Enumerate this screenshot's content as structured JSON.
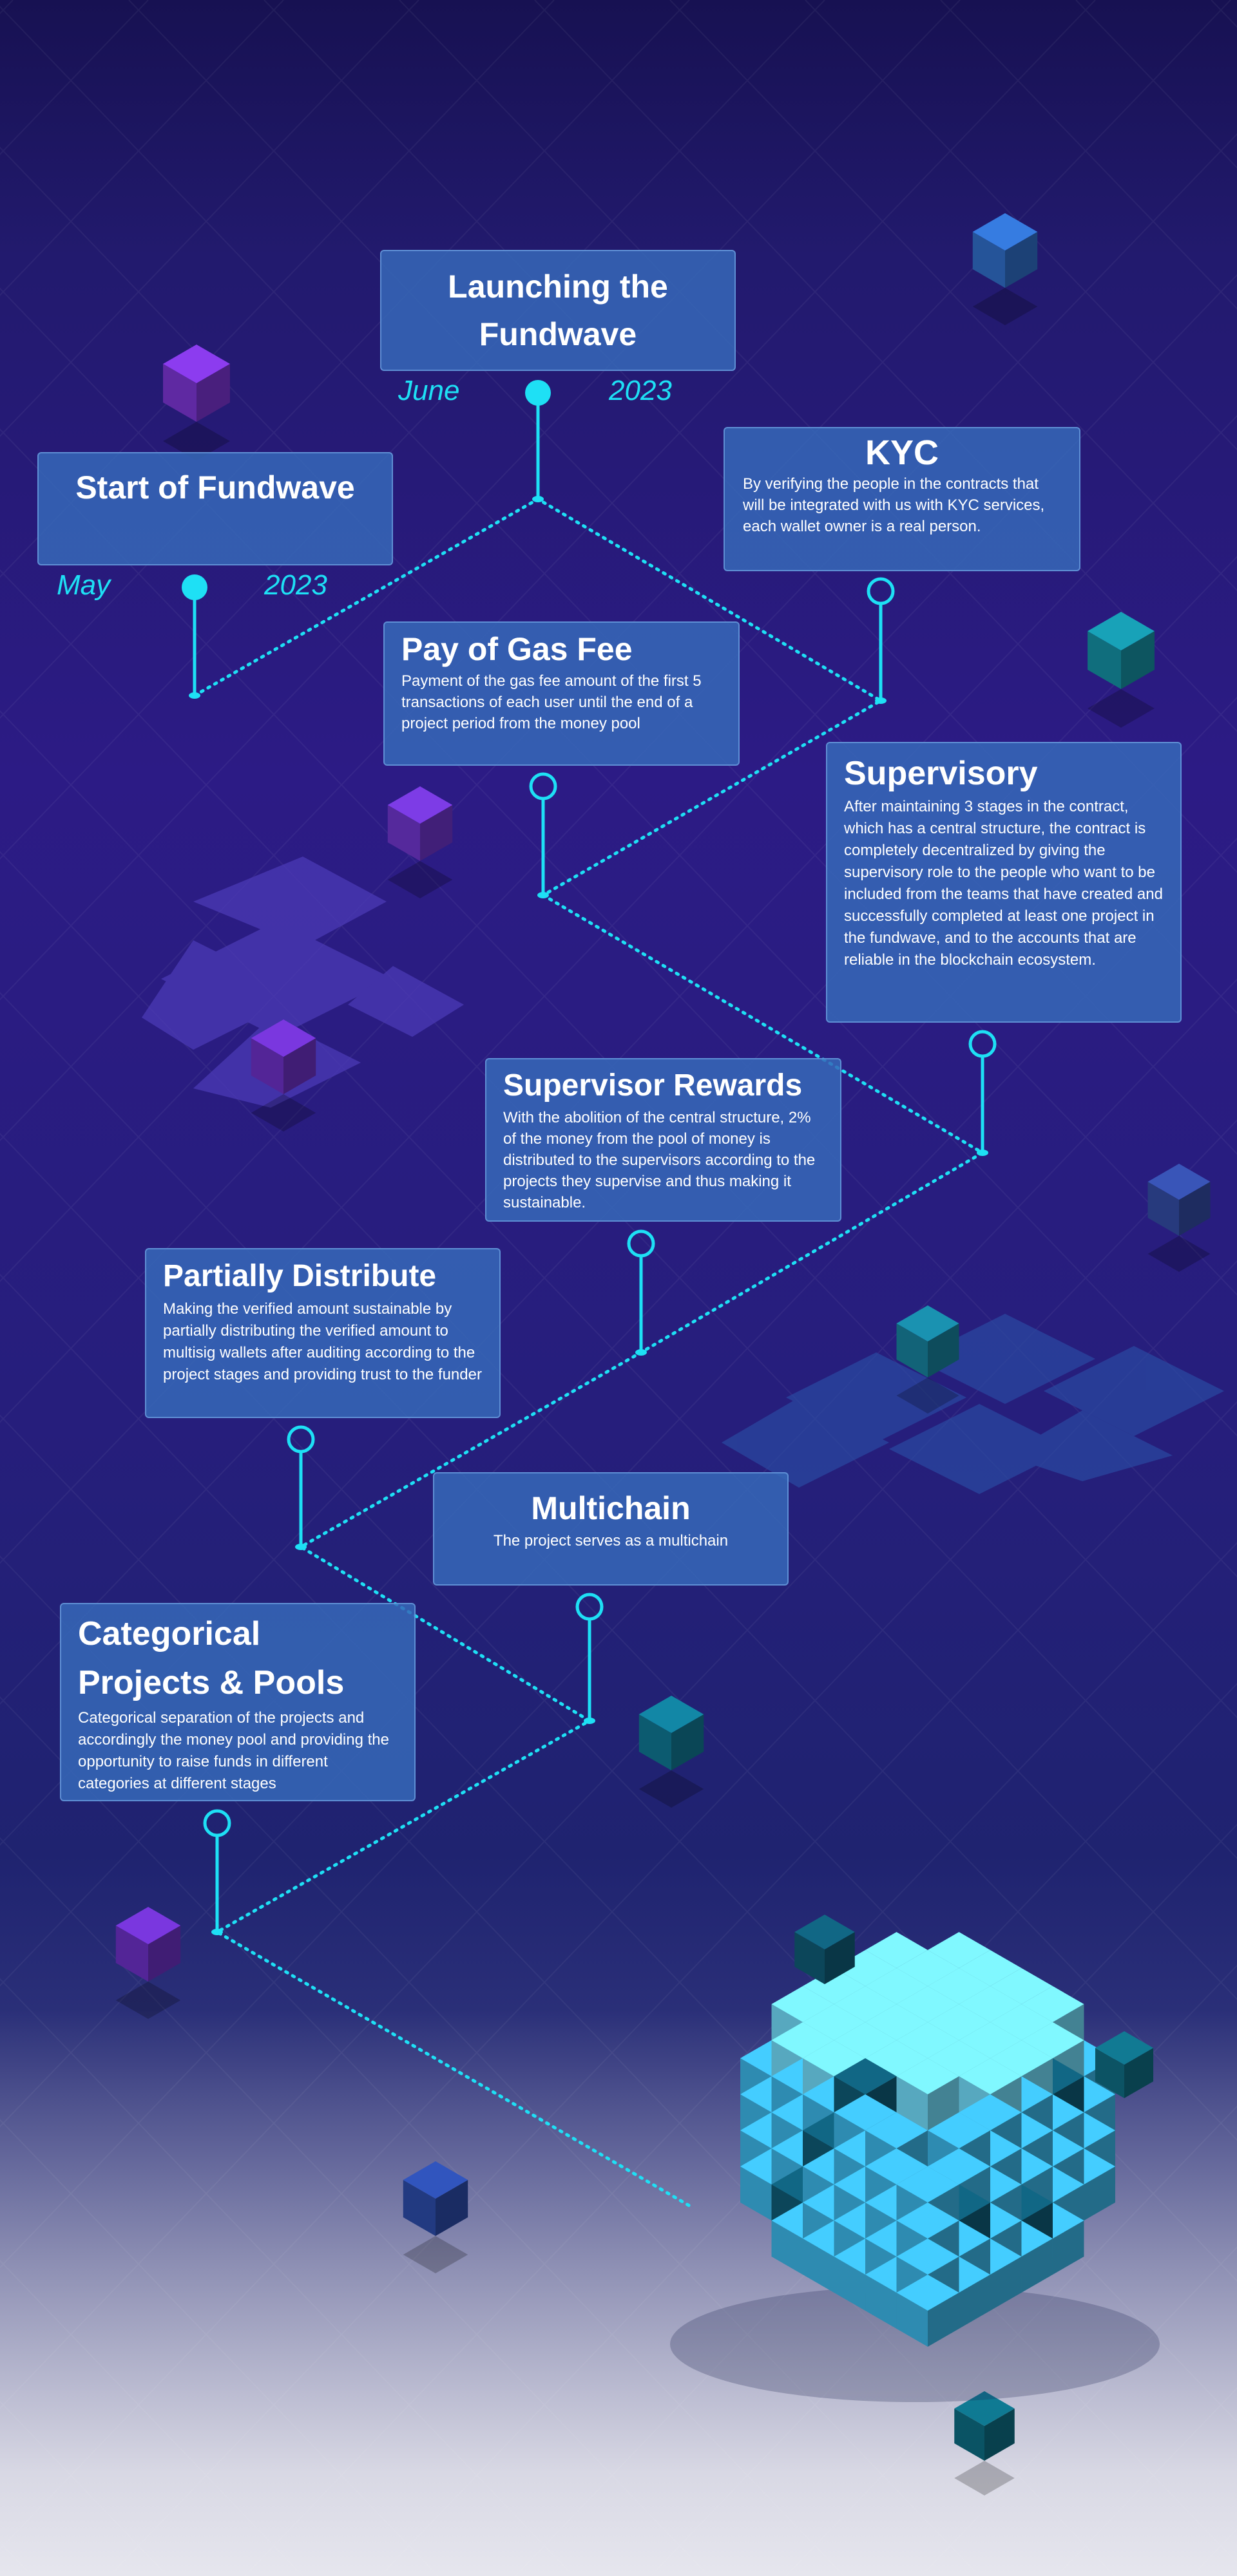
{
  "colors": {
    "accent": "#1ee0f5",
    "card": "#3668b8",
    "background_top": "#171152",
    "background_bottom": "#e6e6ee"
  },
  "milestones": [
    {
      "title": "Start of Fundwave",
      "month": "May",
      "year": "2023"
    },
    {
      "title": "Launching the Fundwave",
      "month": "June",
      "year": "2023"
    }
  ],
  "features": [
    {
      "title": "KYC",
      "text": "By verifying the people in the contracts that will be integrated with us with KYC services, each wallet owner is a real person."
    },
    {
      "title": "Pay of Gas Fee",
      "text": "Payment of the gas fee amount of the first 5 transactions of each user until the end of a project period from the money pool"
    },
    {
      "title": "Supervisory",
      "text": "After maintaining 3 stages in the contract, which has a central structure, the contract is completely decentralized by giving the supervisory role to the people who want to be included from the teams that have created and successfully completed at least one project in the fundwave, and to the accounts that are reliable in the blockchain ecosystem."
    },
    {
      "title": "Supervisor Rewards",
      "text": "With the abolition of the central structure, 2% of the money from the pool of money is distributed to the supervisors according to the projects they supervise and thus making it sustainable."
    },
    {
      "title": "Partially Distribute",
      "text": "Making the verified amount sustainable by partially distributing the verified amount to multisig wallets after auditing according to the project stages and providing trust to the funder"
    },
    {
      "title": "Multichain",
      "text": "The project serves as a multichain"
    },
    {
      "title": "Categorical Projects & Pools",
      "text": "Categorical separation of the projects and accordingly the money pool and providing the opportunity to raise funds in different categories at different stages"
    }
  ]
}
